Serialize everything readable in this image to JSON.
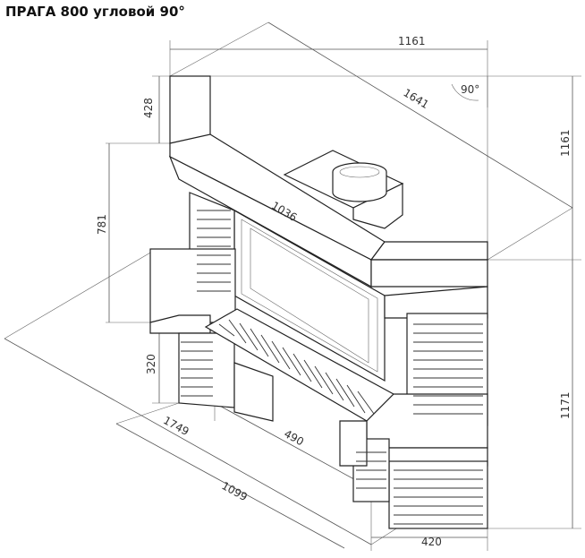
{
  "title": "ПРАГА 800 угловой 90°",
  "dimensions": {
    "top_width": "1161",
    "diagonal": "1641",
    "angle": "90°",
    "right_upper_height": "1161",
    "left_top_height": "428",
    "left_middle_height": "781",
    "firebox_width": "1036",
    "left_lower_height": "320",
    "right_lower_height": "1171",
    "diagonal_left": "1749",
    "opening_width": "490",
    "bottom_diagonal": "1099",
    "base_width": "420"
  }
}
